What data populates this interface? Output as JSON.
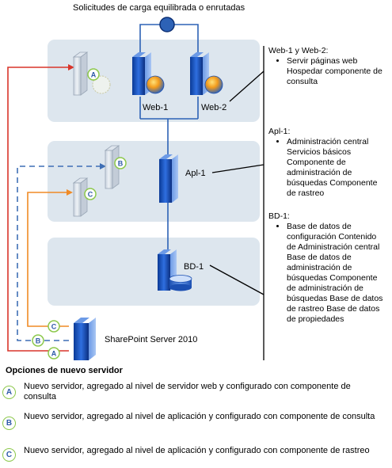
{
  "diagram": {
    "top_label": "Solicitudes de carga equilibrada o enrutadas",
    "servers": {
      "web1": "Web-1",
      "web2": "Web-2",
      "apl1": "Apl-1",
      "bd1": "BD-1",
      "sharepoint": "SharePoint Server 2010"
    },
    "badges": {
      "a": "A",
      "b": "B",
      "c": "C"
    },
    "tiers": {
      "web": {
        "title": "Web-1 y Web-2:",
        "items": [
          "Servir páginas web Hospedar componente de consulta"
        ]
      },
      "app": {
        "title": "Apl-1:",
        "items": [
          "Administración central Servicios básicos Componente de administración de búsquedas Componente de rastreo"
        ]
      },
      "db": {
        "title": "BD-1:",
        "items": [
          "Base de datos de configuración Contenido de Administración central Base de datos de administración de búsquedas Componente de administración de búsquedas Base de datos de rastreo Base de datos de propiedades"
        ]
      }
    },
    "colors": {
      "tier_band": "#dde6ee",
      "connector": "#2d62b6",
      "line_a": "#d9352a",
      "line_b": "#3f6fb5",
      "line_c": "#f08a25",
      "badge_ring": "#8cc84b"
    }
  },
  "options": {
    "title": "Opciones de nuevo servidor",
    "items": [
      {
        "badge": "A",
        "text": "Nuevo servidor, agregado al nivel de servidor web y configurado con componente de consulta"
      },
      {
        "badge": "B",
        "text": "Nuevo servidor, agregado al nivel de aplicación y configurado con componente de consulta"
      },
      {
        "badge": "C",
        "text": "Nuevo servidor, agregado al nivel de aplicación y configurado con componente de rastreo"
      }
    ]
  }
}
